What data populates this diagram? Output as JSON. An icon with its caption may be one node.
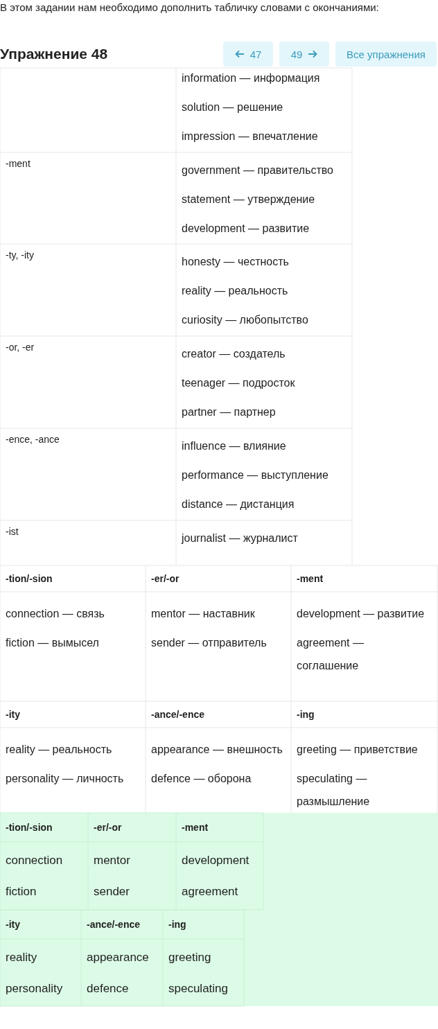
{
  "diagram": {
    "title": "Упражнение 48",
    "labels": [
      "В этом задании нам необходимо дополнить табличку словами с окончаниями:",
      "47",
      "49",
      "Все упражнения",
      "information — информация",
      "solution — решение",
      "impression — впечатление",
      "-ment",
      "government — правительство",
      "statement — утверждение",
      "development — развитие",
      "-ty, -ity",
      "honesty — честность",
      "reality — реальность",
      "curiosity — любопытство",
      "-or, -er",
      "creator — создатель",
      "teenager — подросток",
      "partner — партнер",
      "-ence, -ance",
      "influence — влияние",
      "performance — выступление",
      "distance — дистанция",
      "-ist",
      "journalist — журналист",
      "-tion/-sion",
      "-er/-or",
      "-ment",
      "connection — связь",
      "mentor — наставник",
      "development — развитие",
      "fiction — вымысел",
      "sender — отправитель",
      "agreement — соглашение",
      "-ity",
      "-ance/-ence",
      "-ing",
      "reality — реальность",
      "appearance — внешность",
      "greeting — приветствие",
      "personality — личность",
      "defence — оборона",
      "speculating — размышление",
      "-tion/-sion",
      "-er/-or",
      "-ment",
      "connection",
      "mentor",
      "development",
      "fiction",
      "sender",
      "agreement",
      "-ity",
      "-ance/-ence",
      "-ing",
      "reality",
      "appearance",
      "greeting",
      "personality",
      "defence",
      "speculating"
    ]
  }
}
